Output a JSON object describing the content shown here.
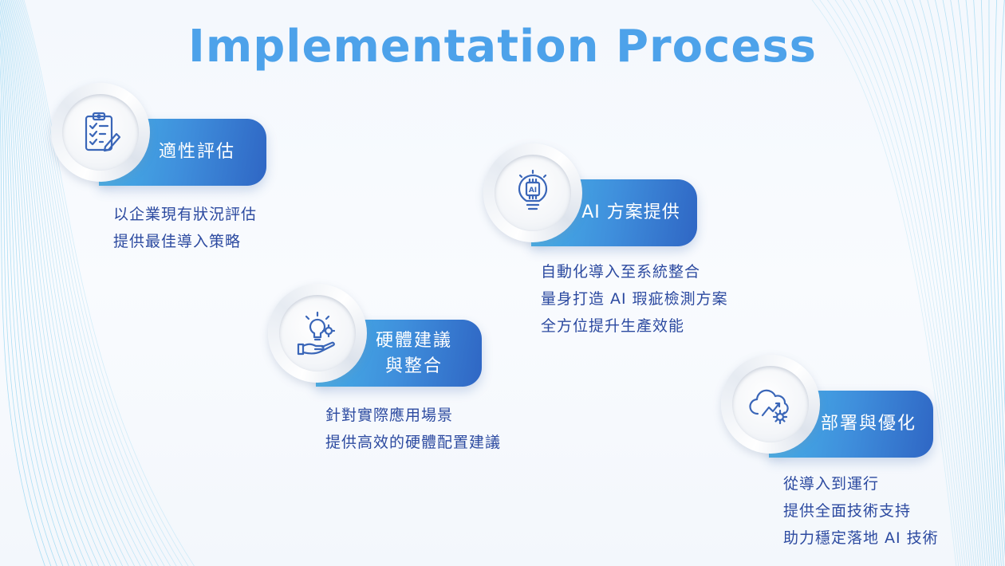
{
  "title": "Implementation Process",
  "steps": [
    {
      "name": "適性評估",
      "icon": "clipboard-checklist-icon",
      "lines": [
        "以企業現有狀況評估",
        "提供最佳導入策略"
      ]
    },
    {
      "name_line1": "硬體建議",
      "name_line2": "與整合",
      "icon": "hand-lightbulb-gear-icon",
      "lines": [
        "針對實際應用場景",
        "提供高效的硬體配置建議"
      ]
    },
    {
      "name": "AI 方案提供",
      "icon": "ai-lightbulb-icon",
      "icon_text": "AI",
      "lines": [
        "自動化導入至系統整合",
        "量身打造 AI 瑕疵檢測方案",
        "全方位提升生產效能"
      ]
    },
    {
      "name": "部署與優化",
      "icon": "cloud-gear-icon",
      "lines": [
        "從導入到運行",
        "提供全面技術支持",
        "助力穩定落地 AI 技術"
      ]
    }
  ],
  "colors": {
    "title": "#4da2ea",
    "pill_start": "#47b3e8",
    "pill_end": "#2f66c4",
    "description": "#2c4aa0",
    "icon_stroke": "#3a66b8",
    "wave_lines": "#8fd3f0"
  }
}
